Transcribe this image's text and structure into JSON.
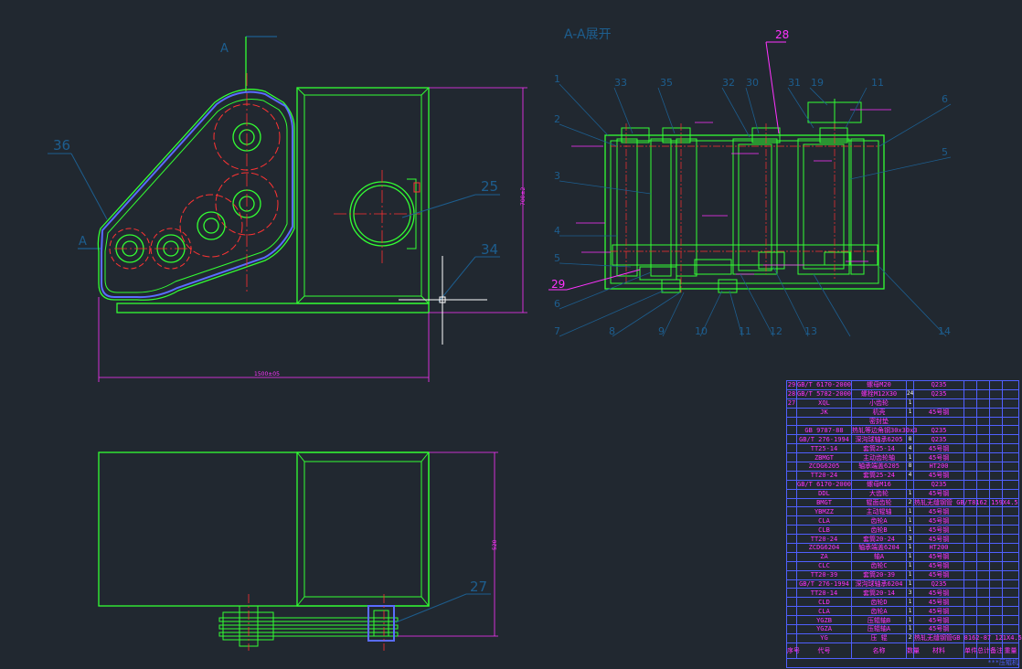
{
  "section_title": "A-A展开",
  "view_label_a_top": "A",
  "view_label_a_left": "A",
  "callouts_front": {
    "c36": "36",
    "c25": "25",
    "c34": "34",
    "c27": "27"
  },
  "dims_front": {
    "width": "1500±05",
    "height": "700±2",
    "plan_height": "520"
  },
  "callouts_section": {
    "c28": "28",
    "c29": "29",
    "top": [
      "33",
      "35",
      "32",
      "30",
      "31",
      "19",
      "11"
    ],
    "left": [
      "1",
      "2",
      "3",
      "4",
      "5",
      "6"
    ],
    "bottom": [
      "7",
      "8",
      "9",
      "10",
      "11",
      "12",
      "13",
      "14"
    ],
    "right": [
      "6",
      "5"
    ]
  },
  "colors": {
    "background": "#212830",
    "outline": "#33ff33",
    "dimension": "#ff33ff",
    "leader": "#1d5e8f",
    "centerline": "#ff3030",
    "hidden": "#ff3333",
    "grid": "#5060ff",
    "crosshair": "#ffffff"
  },
  "bom_rows": [
    {
      "no": "29",
      "code": "GB/T 6170-2000",
      "name": "螺母M20",
      "qty": "",
      "material": "Q235"
    },
    {
      "no": "28",
      "code": "GB/T 5782-2000",
      "name": "螺栓M12X30",
      "qty": "24",
      "material": "Q235"
    },
    {
      "no": "27",
      "code": "XQL",
      "name": "小齿轮",
      "qty": "1",
      "material": ""
    },
    {
      "no": "",
      "code": "JK",
      "name": "机壳",
      "qty": "1",
      "material": "45号钢"
    },
    {
      "no": "",
      "code": "",
      "name": "密封垫",
      "qty": "",
      "material": ""
    },
    {
      "no": "",
      "code": "GB 9787-88",
      "name": "热轧等边角钢30x30x3",
      "qty": "",
      "material": "Q235"
    },
    {
      "no": "",
      "code": "GB/T 276-1994",
      "name": "深沟球轴承6205",
      "qty": "8",
      "material": "Q235"
    },
    {
      "no": "",
      "code": "TT25-14",
      "name": "套筒25-14",
      "qty": "4",
      "material": "45号钢"
    },
    {
      "no": "",
      "code": "ZBMGT",
      "name": "主动齿轮轴",
      "qty": "1",
      "material": "45号钢"
    },
    {
      "no": "",
      "code": "ZCDG6205",
      "name": "轴承端盖6205",
      "qty": "8",
      "material": "HT200"
    },
    {
      "no": "",
      "code": "TT20-24",
      "name": "套筒25-24",
      "qty": "4",
      "material": "45号钢"
    },
    {
      "no": "",
      "code": "GB/T 6170-2000",
      "name": "螺母M16",
      "qty": "",
      "material": "Q235"
    },
    {
      "no": "",
      "code": "DDL",
      "name": "大齿轮",
      "qty": "1",
      "material": "45号钢"
    },
    {
      "no": "",
      "code": "BMGT",
      "name": "辊面齿轮",
      "qty": "2",
      "material": "热轧无缝钢管 GB/T8162 159X4.5"
    },
    {
      "no": "",
      "code": "YBMZZ",
      "name": "主动辊轴",
      "qty": "1",
      "material": "45号钢"
    },
    {
      "no": "",
      "code": "CLA",
      "name": "齿轮A",
      "qty": "1",
      "material": "45号钢"
    },
    {
      "no": "",
      "code": "CLB",
      "name": "齿轮B",
      "qty": "1",
      "material": "45号钢"
    },
    {
      "no": "",
      "code": "TT20-24",
      "name": "套筒20-24",
      "qty": "3",
      "material": "45号钢"
    },
    {
      "no": "",
      "code": "ZCDG6204",
      "name": "轴承端盖6204",
      "qty": "1",
      "material": "HT200"
    },
    {
      "no": "",
      "code": "ZA",
      "name": "轴A",
      "qty": "1",
      "material": "45号钢"
    },
    {
      "no": "",
      "code": "CLC",
      "name": "齿轮C",
      "qty": "1",
      "material": "45号钢"
    },
    {
      "no": "",
      "code": "TT20-39",
      "name": "套筒20-39",
      "qty": "1",
      "material": "45号钢"
    },
    {
      "no": "",
      "code": "GB/T 276-1994",
      "name": "深沟球轴承6204",
      "qty": "1",
      "material": "Q235"
    },
    {
      "no": "",
      "code": "TT20-14",
      "name": "套筒20-14",
      "qty": "3",
      "material": "45号钢"
    },
    {
      "no": "",
      "code": "CLD",
      "name": "齿轮D",
      "qty": "1",
      "material": "45号钢"
    },
    {
      "no": "",
      "code": "CLA",
      "name": "齿轮A",
      "qty": "1",
      "material": "45号钢"
    },
    {
      "no": "",
      "code": "YGZB",
      "name": "压辊轴B",
      "qty": "1",
      "material": "45号钢"
    },
    {
      "no": "",
      "code": "YGZA",
      "name": "压辊轴A",
      "qty": "1",
      "material": "45号钢"
    },
    {
      "no": "",
      "code": "YG",
      "name": "压 辊",
      "qty": "2",
      "material": "热轧无缝钢管GB 8162-87 121X4.5"
    }
  ],
  "bom_header": {
    "no": "序号",
    "code": "代号",
    "name": "名称",
    "qty": "数量",
    "material": "材料",
    "weight_unit": "单件",
    "weight_total": "总计",
    "weight": "重量",
    "remark": "备注"
  },
  "bom_footer_text": "***压辊机"
}
